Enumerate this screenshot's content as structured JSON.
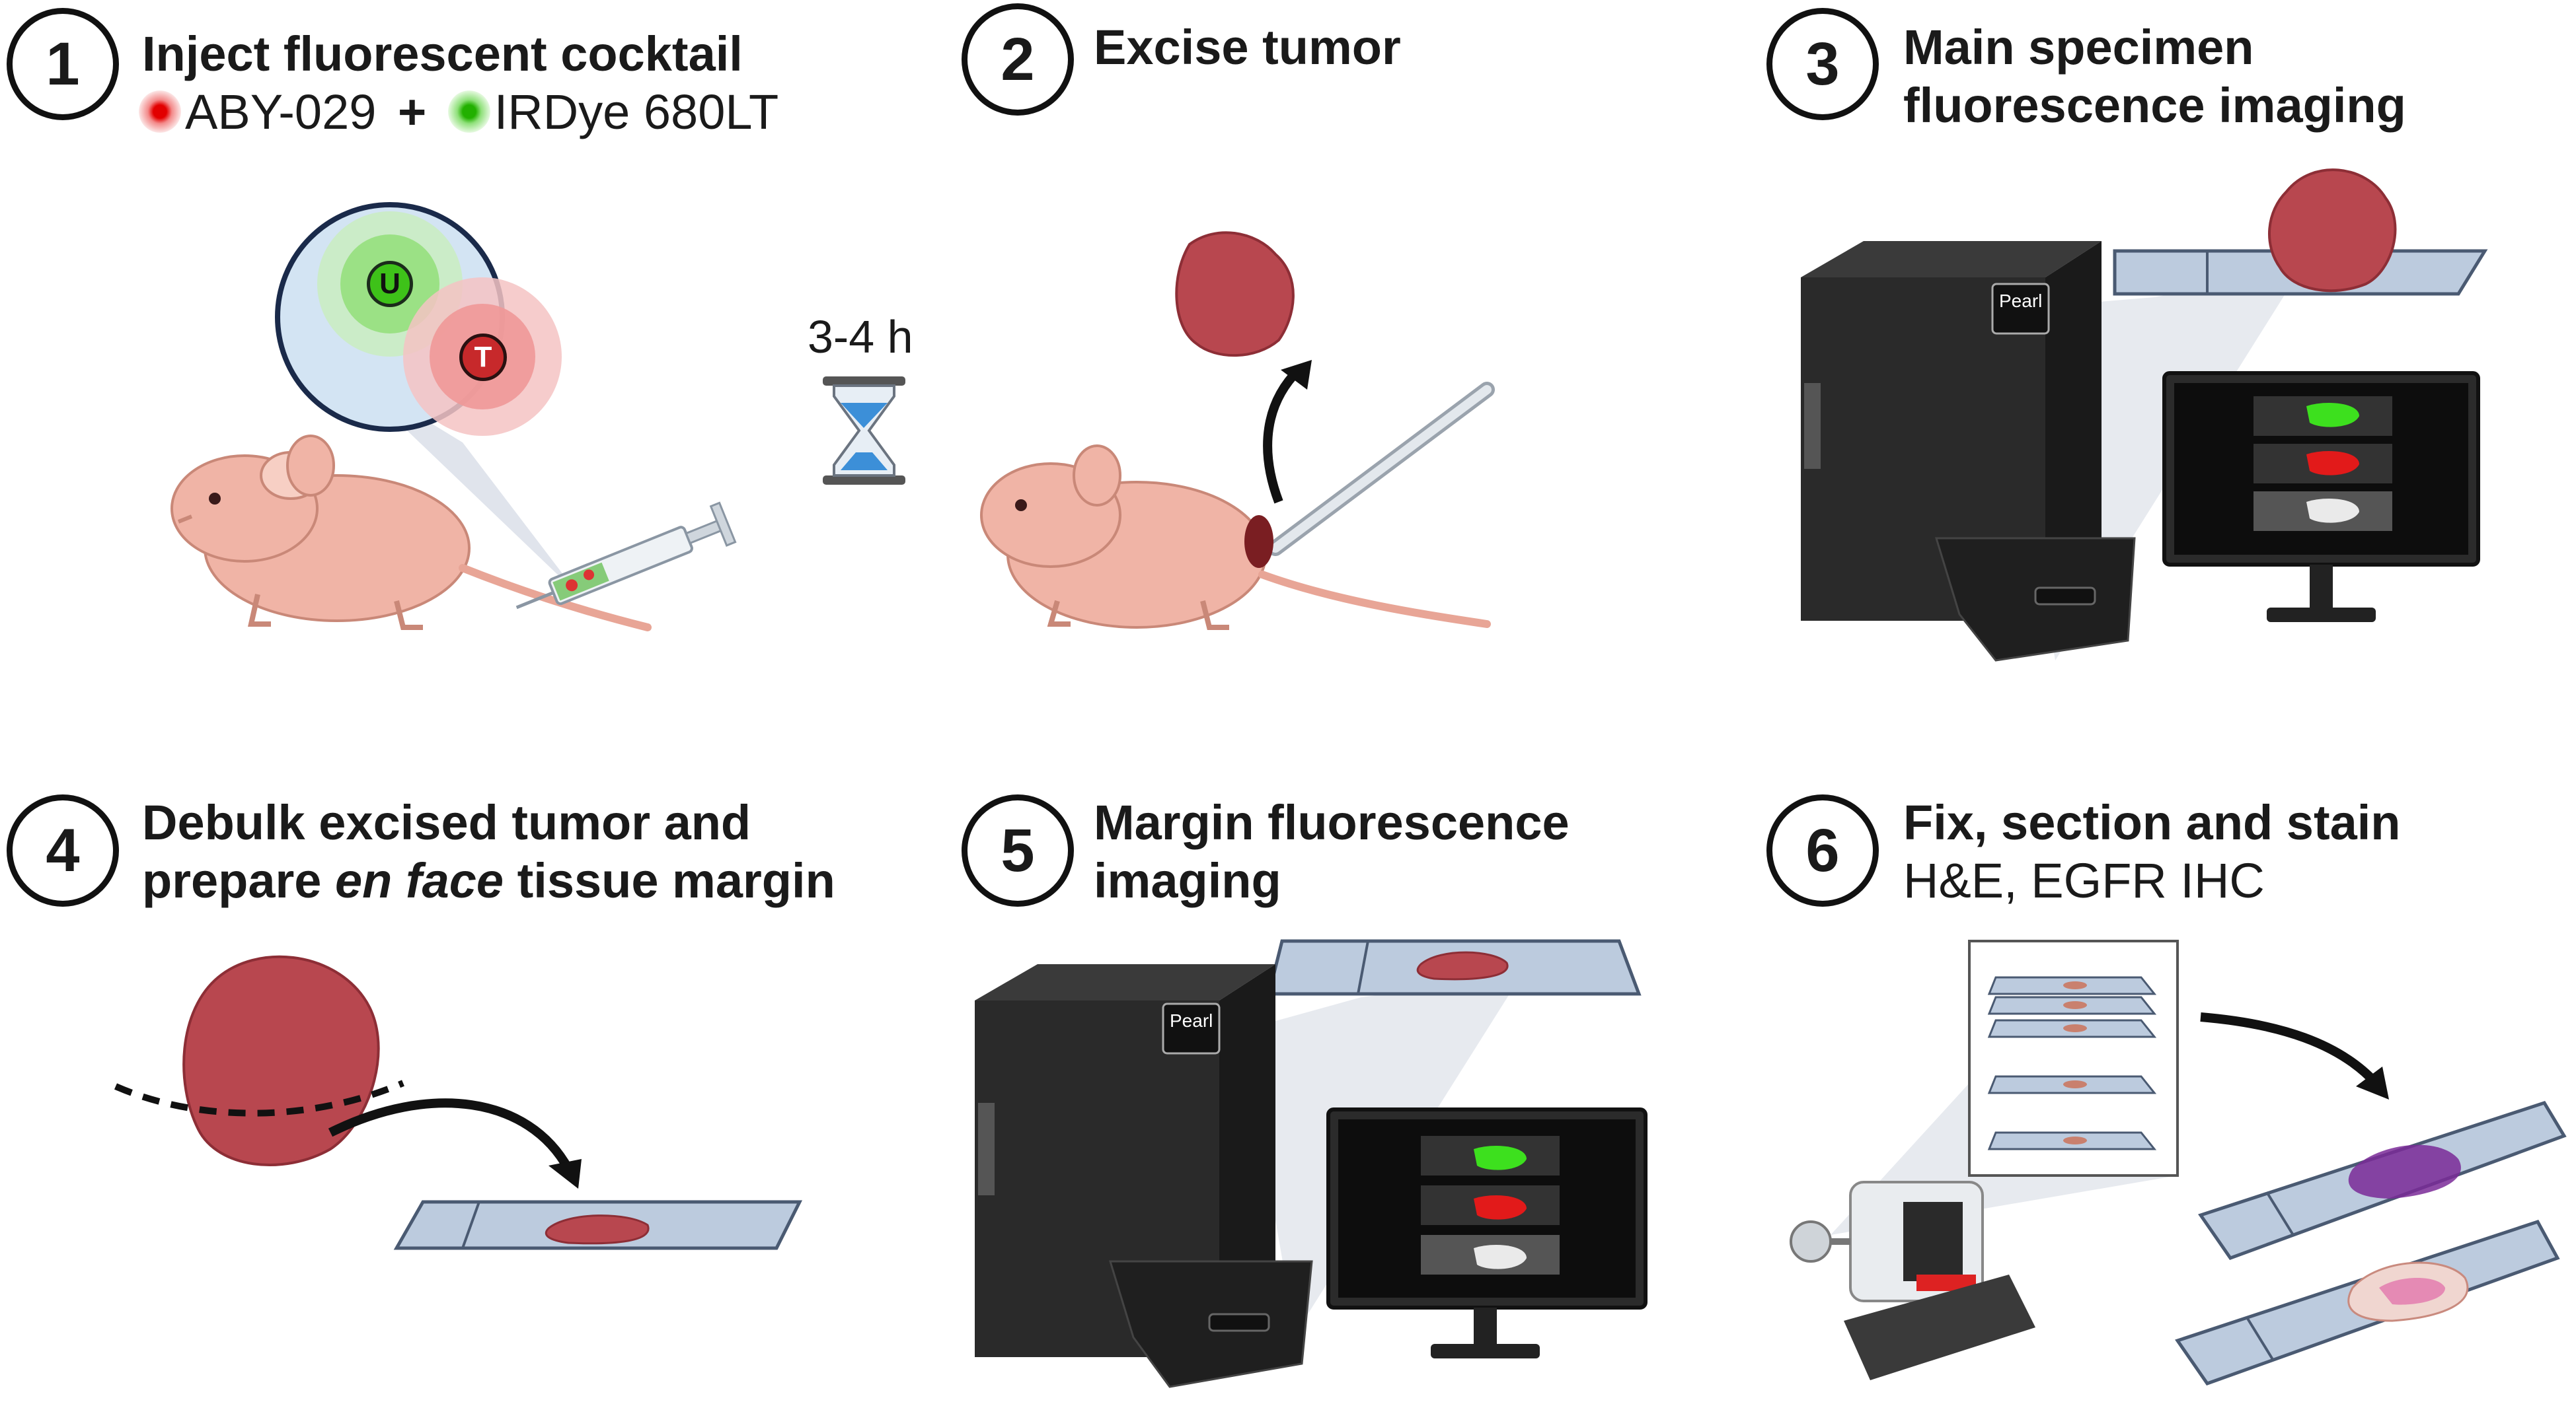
{
  "steps": [
    {
      "num": "1",
      "title_line1": "Inject fluorescent cocktail",
      "dye1": "ABY-029",
      "plus": "+",
      "dye2": "IRDye 680LT"
    },
    {
      "num": "2",
      "title_line1": "Excise tumor"
    },
    {
      "num": "3",
      "title_line1": "Main specimen",
      "title_line2": "fluorescence imaging"
    },
    {
      "num": "4",
      "title_line1": "Debulk excised tumor and",
      "title_pre": "prepare ",
      "title_em": "en face",
      "title_post": " tissue margin"
    },
    {
      "num": "5",
      "title_line1": "Margin fluorescence",
      "title_line2": "imaging"
    },
    {
      "num": "6",
      "title_line1": "Fix, section and stain",
      "subtitle": "H&E, EGFR IHC"
    }
  ],
  "wait_label": "3-4 h",
  "circle_labels": {
    "u": "U",
    "t": "T"
  },
  "imager_brand": "Pearl",
  "colors": {
    "tumor": "#b8474f",
    "mouse": "#f0b4a6",
    "imager": "#2a2a2a",
    "green_signal": "#3de01e",
    "red_signal": "#e21a1a",
    "slide": "#b9c9dc"
  }
}
